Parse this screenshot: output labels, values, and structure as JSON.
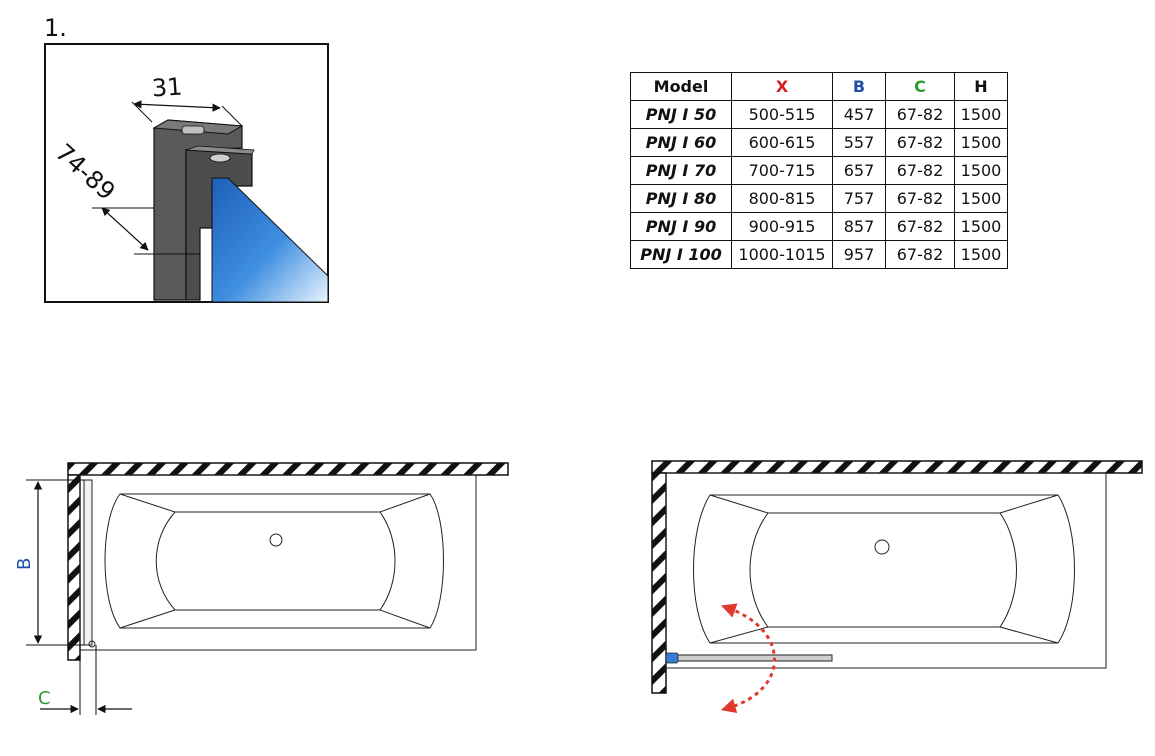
{
  "step": "1.",
  "profile_detail": {
    "width_label": "31",
    "depth_label": "74-89"
  },
  "table": {
    "headers": [
      "Model",
      "X",
      "B",
      "C",
      "H"
    ],
    "header_colors": [
      "#111111",
      "#d42020",
      "#1f4fa8",
      "#2e9a2e",
      "#111111"
    ],
    "rows": [
      {
        "model": "PNJ I 50",
        "x": "500-515",
        "b": "457",
        "c": "67-82",
        "h": "1500"
      },
      {
        "model": "PNJ I 60",
        "x": "600-615",
        "b": "557",
        "c": "67-82",
        "h": "1500"
      },
      {
        "model": "PNJ I 70",
        "x": "700-715",
        "b": "657",
        "c": "67-82",
        "h": "1500"
      },
      {
        "model": "PNJ I 80",
        "x": "800-815",
        "b": "757",
        "c": "67-82",
        "h": "1500"
      },
      {
        "model": "PNJ I 90",
        "x": "900-915",
        "b": "857",
        "c": "67-82",
        "h": "1500"
      },
      {
        "model": "PNJ I 100",
        "x": "1000-1015",
        "b": "957",
        "c": "67-82",
        "h": "1500"
      }
    ]
  },
  "plan_left": {
    "b_label": "B",
    "c_label": "C",
    "b_color": "#1f4fa8",
    "c_color": "#2e9a2e"
  },
  "plan_right": {
    "arrow_color": "#e03a2f",
    "panel_hinge_color": "#3a7bd5"
  }
}
